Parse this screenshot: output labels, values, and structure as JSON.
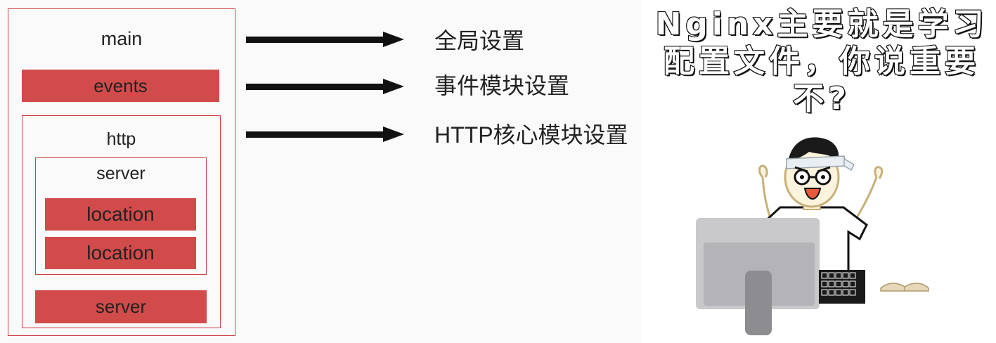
{
  "diagram": {
    "main_label": "main",
    "events_label": "events",
    "http_label": "http",
    "server_label": "server",
    "location_1_label": "location",
    "location_2_label": "location",
    "server_2_label": "server"
  },
  "descriptions": {
    "global": "全局设置",
    "events": "事件模块设置",
    "http": "HTTP核心模块设置"
  },
  "headline": {
    "line1": "Nginx主要就是学习",
    "line2": "配置文件，你说重要",
    "line3": "不?"
  },
  "colors": {
    "block_fill": "#d24b4b",
    "box_border": "#cc4040",
    "arrow": "#111111"
  }
}
